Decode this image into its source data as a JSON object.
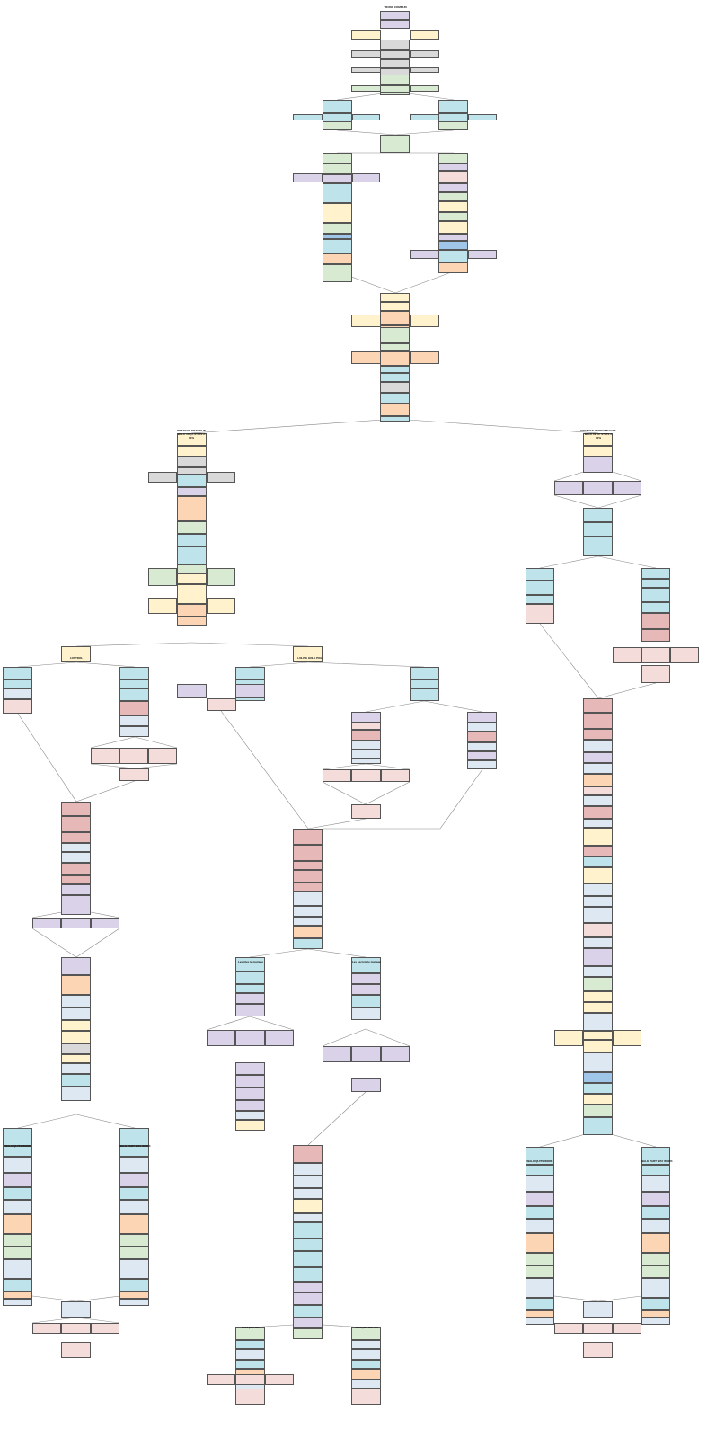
{
  "titles": {
    "top": "TRONC COMMUN",
    "left_branch": "BRANCHE BRAMBLIN",
    "left_branch_sub": "WALK OF (A STATE A",
    "left_branch_sub2": "10%",
    "right_branch": "BRANCHE PERSONNAGES",
    "right_branch_sub": "WALK IN OF STATE A",
    "right_branch_sub2": "10%",
    "left_a": "LOSTDOL",
    "left_b": "LOLPIE HOLE PIXL",
    "mid_a": "Les rites le mariage",
    "mid_b": "Les secrets le mariage",
    "bl_a": "WALK QUITS WORK",
    "bl_b": "WALK PART WAY WORK",
    "bm_a": "Work part wor",
    "bm_b": "Work part wor lon",
    "br_a": "WALK QUITS WORK",
    "br_b": "WALK PART WAY WORK"
  },
  "palette": {
    "purple": "#d9d2e9",
    "yellow": "#fff2cc",
    "gray": "#d9d9d9",
    "green": "#d9ead3",
    "blue": "#c9e6ec",
    "cyan": "#bfe3ea",
    "orange": "#fcd5b4",
    "red": "#e6b8b7",
    "pink": "#f4dcdb",
    "navy": "#9fc5e8",
    "lightblue": "#dde8f3"
  }
}
